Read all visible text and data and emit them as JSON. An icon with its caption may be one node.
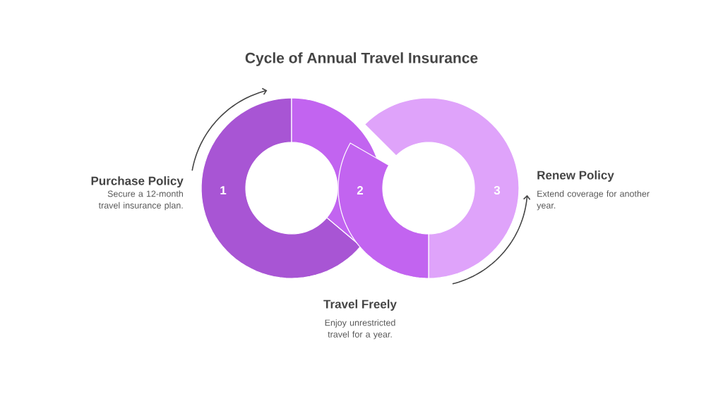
{
  "diagram": {
    "title": "Cycle of Annual Travel Insurance",
    "nodes": [
      {
        "text": [
          "1"
        ],
        "beside": [
          "Purchase Policy",
          "Secure a 12-month travel insurance plan."
        ]
      },
      {
        "text": [
          "2"
        ],
        "beside": [
          "Travel Freely",
          "Enjoy unrestricted travel for a year."
        ]
      },
      {
        "text": [
          "3"
        ],
        "beside": [
          "Renew Policy",
          "Extend coverage for another year."
        ]
      }
    ]
  }
}
